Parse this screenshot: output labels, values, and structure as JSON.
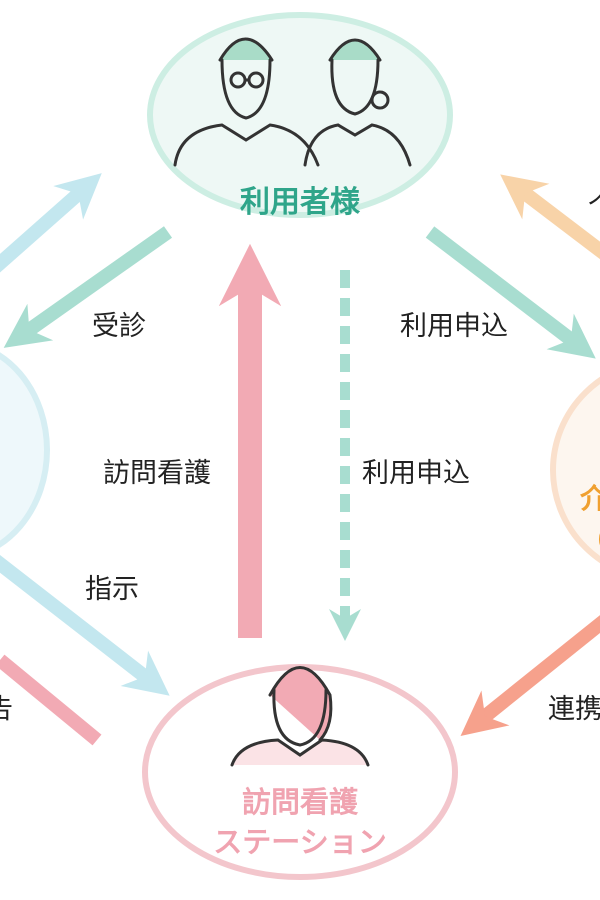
{
  "nodes": {
    "user": {
      "label": "利用者様",
      "color": "#2fa58a"
    },
    "station": {
      "line1": "訪問看護",
      "line2": "ステーション",
      "color": "#f0a3b0"
    },
    "care_partial": {
      "line1": "介",
      "line2": "（",
      "color": "#f0a030"
    }
  },
  "edges": {
    "consult": "受診",
    "apply_right": "利用申込",
    "visit_nursing": "訪問看護",
    "apply_center": "利用申込",
    "instruction": "指示",
    "cooperation": "連携",
    "report_partial": "告",
    "top_right_partial": "个"
  },
  "colors": {
    "teal": "#a8ddd0",
    "lightblue": "#c3e7ef",
    "pink": "#f2aab4",
    "orange": "#f8d3a8",
    "salmon": "#f6a18c"
  }
}
